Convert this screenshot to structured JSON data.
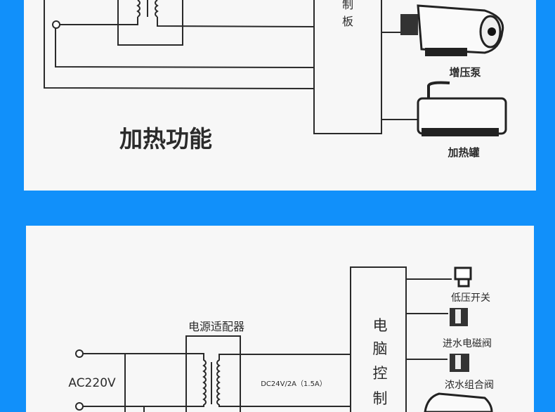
{
  "colors": {
    "background": "#1190fa",
    "panel": "#f7f7f7",
    "line": "#2a2a2a"
  },
  "top_panel": {
    "board_chars": [
      "制",
      "板"
    ],
    "pump_label": "增压泵",
    "heater_label": "加热罐",
    "title": "加热功能"
  },
  "bottom_panel": {
    "adapter_label": "电源适配器",
    "input_label": "AC220V",
    "output_label": "DC24V/2A（1.5A）",
    "board_chars": [
      "电",
      "脑",
      "控",
      "制"
    ],
    "components": [
      "低压开关",
      "进水电磁阀",
      "浓水组合阀"
    ]
  }
}
